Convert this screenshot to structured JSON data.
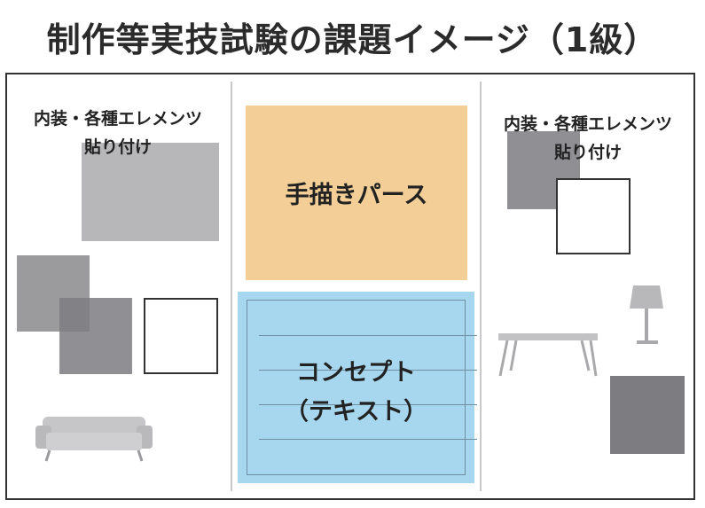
{
  "title": "制作等実技試験の課題イメージ（1級）",
  "left_panel": {
    "label_line1": "内装・各種エレメンツ",
    "label_line2": "貼り付け"
  },
  "center_panel": {
    "sketch_label": "手描きパース",
    "concept_line1": "コンセプト",
    "concept_line2": "（テキスト）"
  },
  "right_panel": {
    "label_line1": "内装・各種エレメンツ",
    "label_line2": "貼り付け"
  },
  "colors": {
    "sketch_fill": "#f3cf97",
    "concept_fill": "#a7d7ee",
    "swatch_gray": "#909094",
    "frame": "#333333"
  },
  "icons": [
    "sofa-icon",
    "floor-lamp-icon",
    "table-icon"
  ]
}
